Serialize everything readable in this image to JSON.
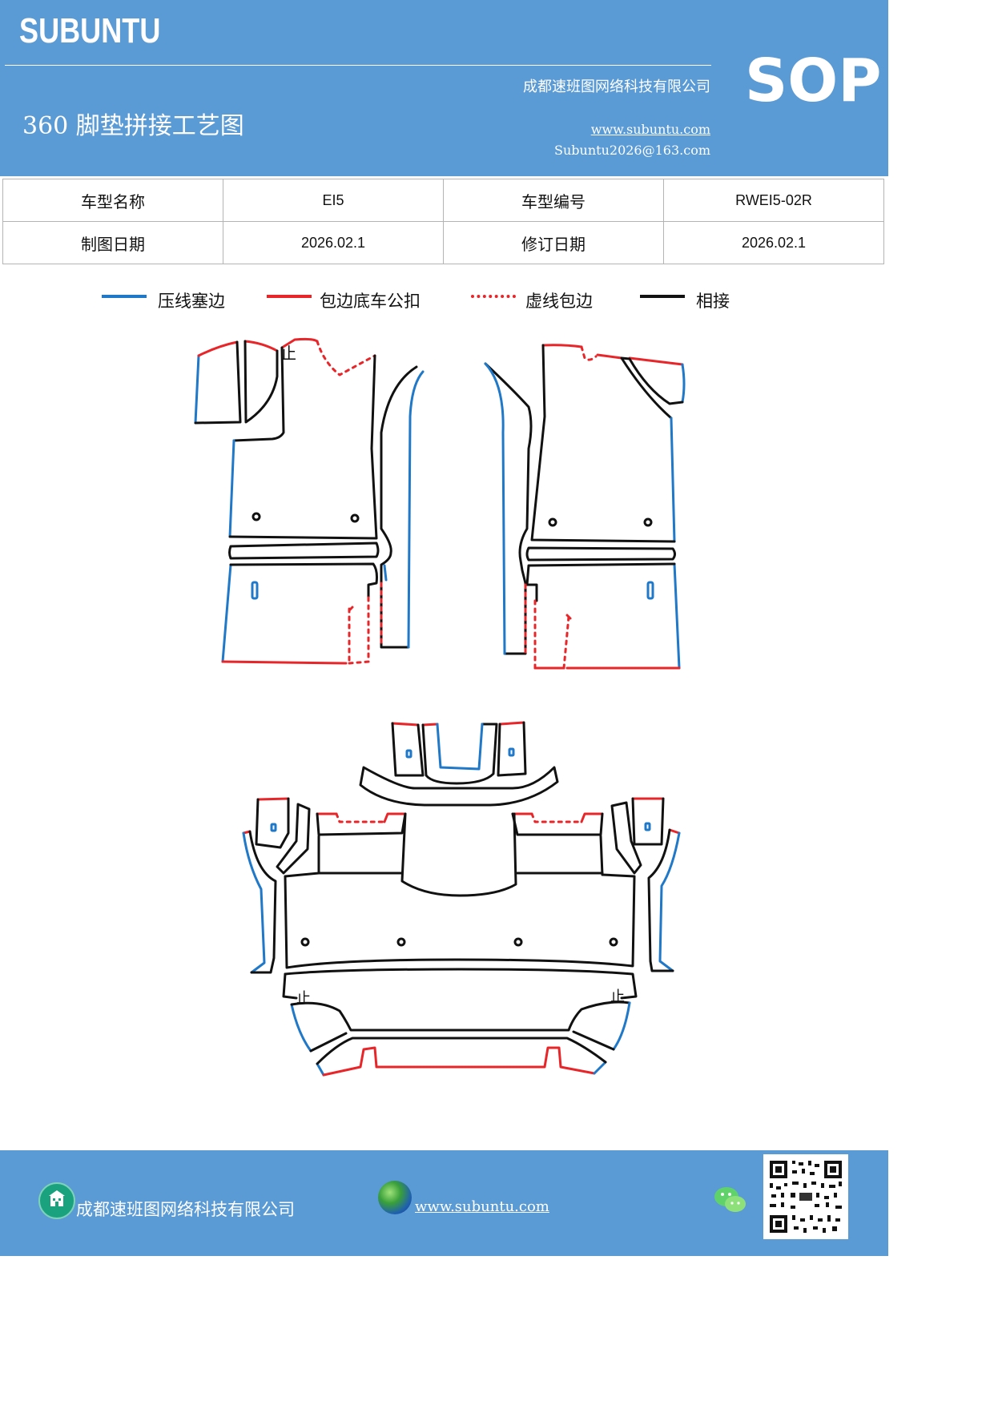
{
  "header": {
    "brand": "SUBUNTU",
    "company": "成都速班图网络科技有限公司",
    "title": "360 脚垫拼接工艺图",
    "url": "www.subuntu.com",
    "email": "Subuntu2026@163.com",
    "sop": "SOP",
    "bg_color": "#5b9bd5"
  },
  "info_table": {
    "row1": {
      "label1": "车型名称",
      "value1": "EI5",
      "label2": "车型编号",
      "value2": "RWEI5-02R"
    },
    "row2": {
      "label1": "制图日期",
      "value1": "2026.02.1",
      "label2": "修订日期",
      "value2": "2026.02.1"
    }
  },
  "legend": [
    {
      "label": "压线塞边",
      "color": "#1f78c8",
      "style": "solid"
    },
    {
      "label": "包边底车公扣",
      "color": "#e8262a",
      "style": "solid"
    },
    {
      "label": "虚线包边",
      "color": "#e8262a",
      "style": "dotted"
    },
    {
      "label": "相接",
      "color": "#111111",
      "style": "solid"
    }
  ],
  "diagram": {
    "marks": {
      "stop_mark": "止"
    },
    "colors": {
      "blue": "#1f78c8",
      "red": "#e8262a",
      "black": "#111111"
    }
  },
  "footer": {
    "company": "成都速班图网络科技有限公司",
    "url": "www.subuntu.com",
    "icons": [
      "building-icon",
      "globe-icon",
      "wechat-icon",
      "qr-code"
    ]
  }
}
